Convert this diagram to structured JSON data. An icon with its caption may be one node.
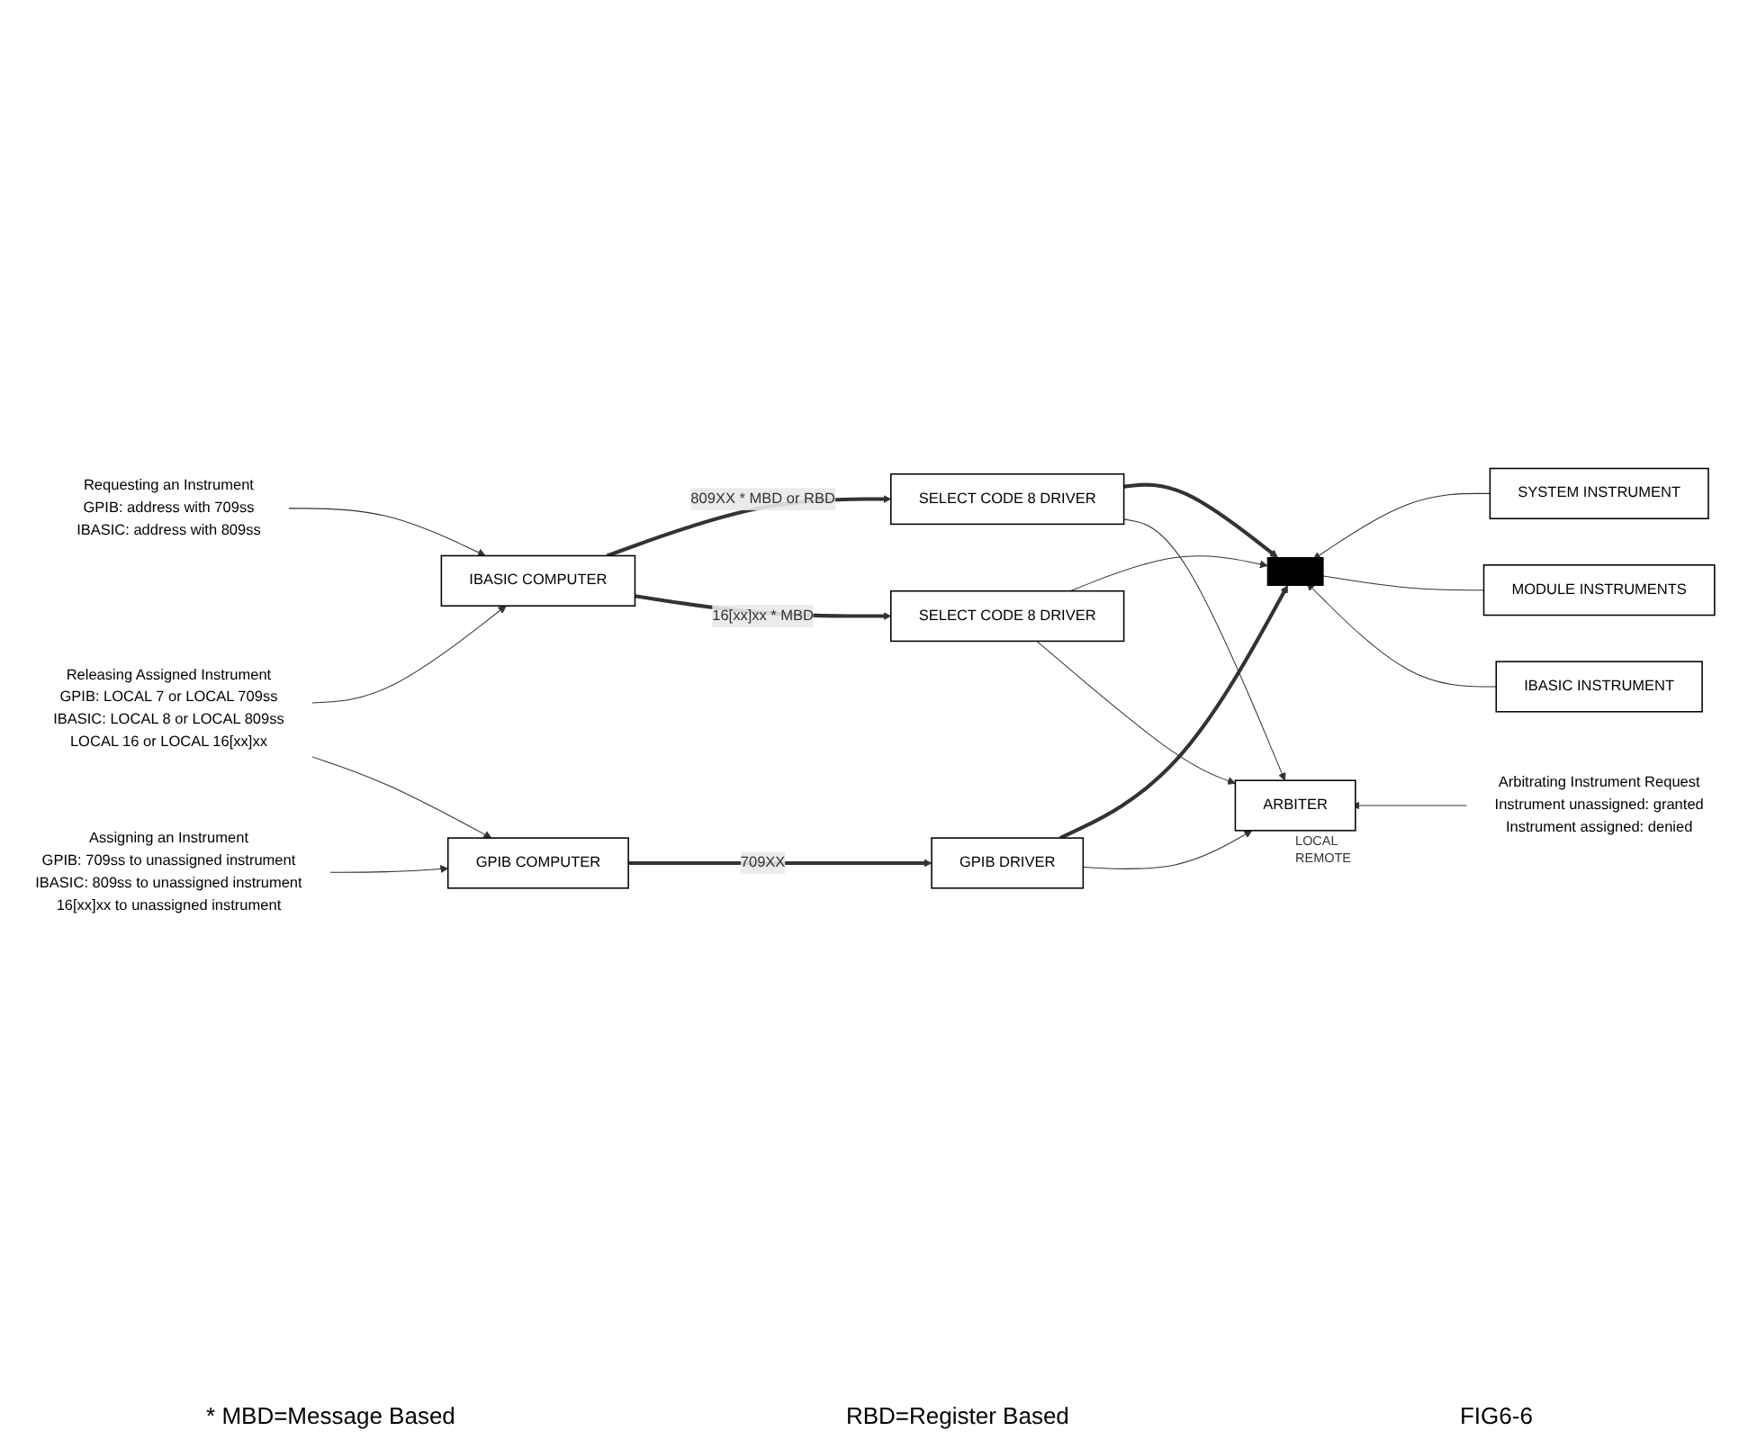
{
  "diagram": {
    "nodes": [
      {
        "text": [
          "Assigning an Instrument",
          "GPIB: 709ss to unassigned instrument",
          "IBASIC: 809ss to unassigned instrument",
          "16[xx]xx to unassigned instrument"
        ]
      },
      {
        "text": [
          "Requesting an Instrument",
          "GPIB: address with 709ss",
          "IBASIC: address with 809ss"
        ]
      },
      {
        "text": [
          "IBASIC COMPUTER"
        ]
      },
      {
        "text": [
          "SELECT CODE 8 DRIVER"
        ]
      },
      {
        "text": [
          "SELECT CODE 8 DRIVER"
        ]
      },
      {
        "text": [
          "GPIB COMPUTER"
        ]
      },
      {
        "text": [
          "GPIB DRIVER"
        ]
      },
      {
        "text": [],
        "shape": "bar"
      },
      {
        "text": [
          "SYSTEM INSTRUMENT"
        ]
      },
      {
        "text": [
          "MODULE INSTRUMENTS"
        ]
      },
      {
        "text": [
          "IBASIC INSTRUMENT"
        ]
      },
      {
        "text": [
          "ARBITER"
        ],
        "beside": [
          "LOCAL",
          "REMOTE"
        ]
      },
      {
        "text": [
          "Releasing Assigned Instrument",
          "GPIB: LOCAL 7 or LOCAL 709ss",
          "IBASIC: LOCAL 8 or LOCAL 809ss",
          "LOCAL 16 or LOCAL 16[xx]xx"
        ]
      },
      {
        "text": [
          "Arbitrating Instrument Request",
          "Instrument unassigned: granted",
          "Instrument assigned: denied"
        ]
      }
    ],
    "edges": [
      {
        "from": 0,
        "to": 5,
        "arrow": "to"
      },
      {
        "from": 1,
        "to": 2,
        "arrow": "to"
      },
      {
        "from": 2,
        "to": 3,
        "arrow": "to",
        "label": "809XX * MBD or RBD",
        "style": "thick"
      },
      {
        "from": 2,
        "to": 4,
        "arrow": "to",
        "label": "16[xx]xx * MBD",
        "style": "thick"
      },
      {
        "from": 5,
        "to": 6,
        "arrow": "to",
        "label": "709XX",
        "style": "thick"
      },
      {
        "from": 3,
        "to": 7,
        "arrow": "to",
        "style": "thick"
      },
      {
        "from": 4,
        "to": 7,
        "arrow": "to"
      },
      {
        "from": 6,
        "to": 7,
        "arrow": "to",
        "style": "thick"
      },
      {
        "from": 8,
        "to": 7,
        "arrow": "to"
      },
      {
        "from": 9,
        "to": 7,
        "arrow": "none"
      },
      {
        "from": 10,
        "to": 7,
        "arrow": "to"
      },
      {
        "from": 3,
        "to": 11,
        "arrow": "to"
      },
      {
        "from": 4,
        "to": 11,
        "arrow": "to"
      },
      {
        "from": 6,
        "to": 11,
        "arrow": "to"
      },
      {
        "from": 12,
        "to": 2,
        "arrow": "to"
      },
      {
        "from": 12,
        "to": 5,
        "arrow": "to"
      },
      {
        "from": 13,
        "to": 11,
        "arrow": "to"
      }
    ],
    "labels": [
      "* MBD=Message Based",
      "RBD=Register Based",
      "FIG6-6"
    ]
  }
}
